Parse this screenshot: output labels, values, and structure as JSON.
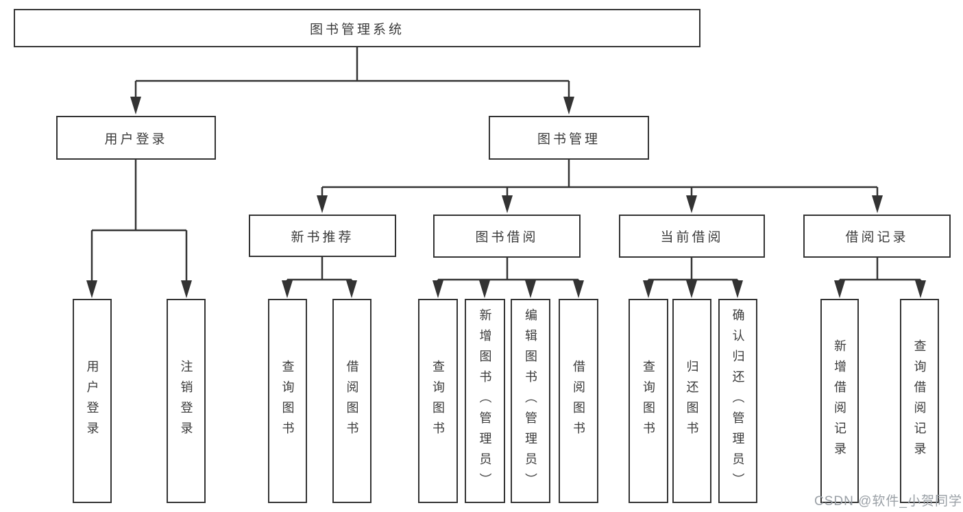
{
  "title": {
    "label": "图书管理系统"
  },
  "level1": {
    "user_login": {
      "label": "用户登录"
    },
    "book_management": {
      "label": "图书管理"
    }
  },
  "level2": {
    "new_book_recommend": {
      "label": "新书推荐"
    },
    "book_borrow": {
      "label": "图书借阅"
    },
    "current_borrow": {
      "label": "当前借阅"
    },
    "borrow_records": {
      "label": "借阅记录"
    }
  },
  "leaves": {
    "user_login_leaf": {
      "label": "用户登录"
    },
    "logout": {
      "label": "注销登录"
    },
    "nb_query_book": {
      "label": "查询图书"
    },
    "nb_borrow_book": {
      "label": "借阅图书"
    },
    "bb_query_book": {
      "label": "查询图书"
    },
    "bb_add_book": {
      "label": "新增图书（管理员）"
    },
    "bb_edit_book": {
      "label": "编辑图书（管理员）"
    },
    "bb_borrow_book": {
      "label": "借阅图书"
    },
    "cb_query_book": {
      "label": "查询图书"
    },
    "cb_return_book": {
      "label": "归还图书"
    },
    "cb_confirm_return": {
      "label": "确认归还（管理员）"
    },
    "br_add_record": {
      "label": "新增借阅记录"
    },
    "br_query_record": {
      "label": "查询借阅记录"
    }
  },
  "watermark": {
    "text": "CSDN @软件_小贺同学"
  },
  "colors": {
    "line": "#333333",
    "text": "#3a3a3a",
    "watermark": "#9aa0a6",
    "background": "#ffffff"
  }
}
